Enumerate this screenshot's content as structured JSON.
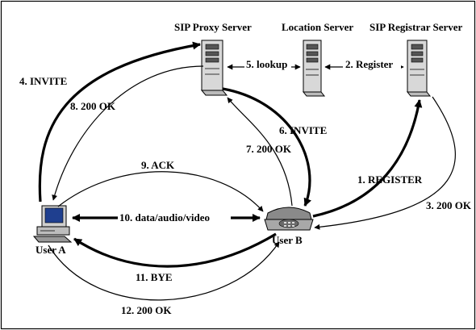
{
  "nodes": {
    "proxy": "SIP Proxy Server",
    "location": "Location Server",
    "registrar": "SIP Registrar Server",
    "user_a": "User A",
    "user_b": "User B"
  },
  "messages": {
    "m1": "1. REGISTER",
    "m2": "2. Register",
    "m3": "3. 200 OK",
    "m4": "4. INVITE",
    "m5": "5. lookup",
    "m6": "6. INVITE",
    "m7": "7. 200 OK",
    "m8": "8. 200 OK",
    "m9": "9. ACK",
    "m10": "10.  data/audio/video",
    "m11": "11. BYE",
    "m12": "12. 200 OK"
  }
}
